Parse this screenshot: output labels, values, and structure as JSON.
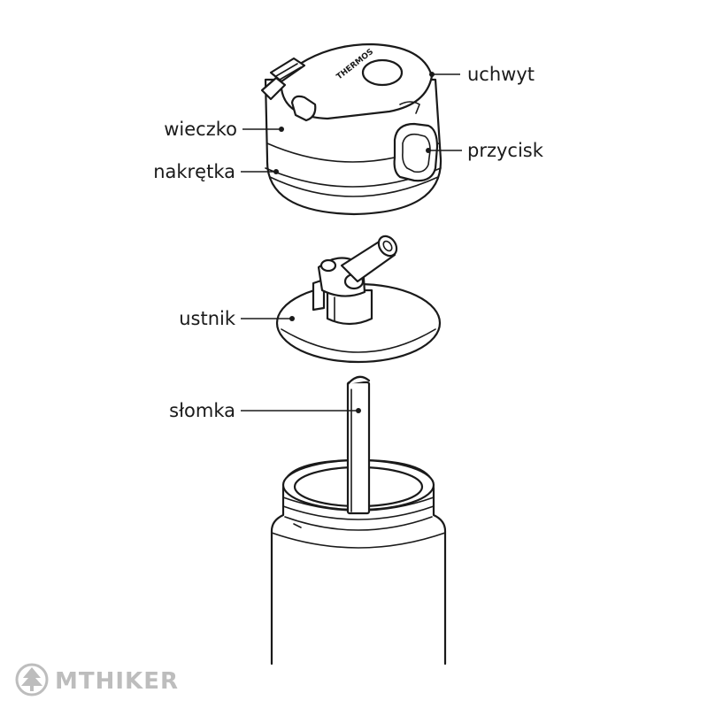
{
  "labels": {
    "uchwyt": "uchwyt",
    "wieczko": "wieczko",
    "przycisk": "przycisk",
    "nakretka": "nakrętka",
    "ustnik": "ustnik",
    "slomka": "słomka"
  },
  "brand": "THERMOS",
  "watermark": "MTHIKER"
}
